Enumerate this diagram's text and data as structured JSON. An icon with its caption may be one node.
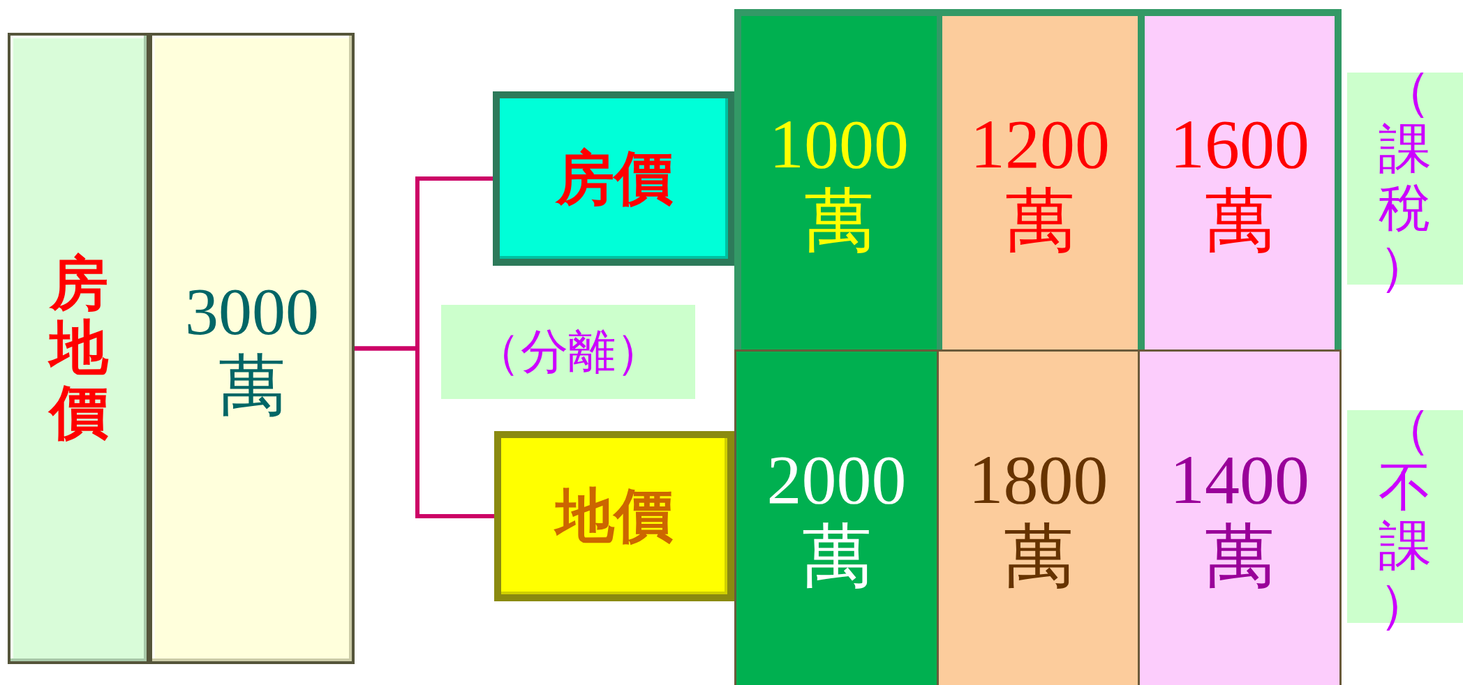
{
  "diagram": {
    "nodes": [
      {
        "text": [
          "房地價"
        ]
      },
      {
        "text": [
          "3000萬"
        ]
      },
      {
        "text": [
          "房價"
        ]
      },
      {
        "text": [
          "地價"
        ]
      },
      {
        "text": [
          "（分離）"
        ]
      },
      {
        "text": [
          "1000萬"
        ]
      },
      {
        "text": [
          "1200萬"
        ]
      },
      {
        "text": [
          "1600萬"
        ]
      },
      {
        "text": [
          "2000萬"
        ]
      },
      {
        "text": [
          "1800萬"
        ]
      },
      {
        "text": [
          "1400萬"
        ]
      },
      {
        "text": [
          "（課稅）"
        ]
      },
      {
        "text": [
          "（不課）"
        ]
      }
    ],
    "edges": [
      {
        "from": 1,
        "to": 2,
        "arrow": "none"
      },
      {
        "from": 1,
        "to": 3,
        "arrow": "none"
      }
    ]
  }
}
